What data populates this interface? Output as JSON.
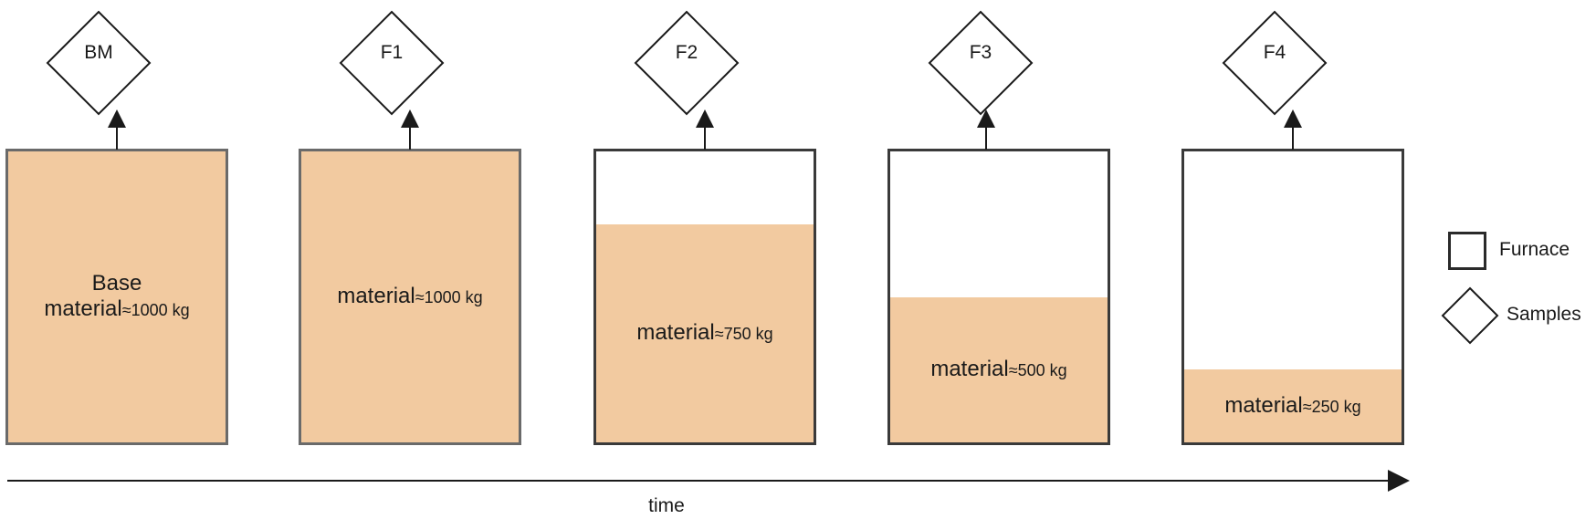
{
  "stages": [
    {
      "sample": "BM",
      "text_line1": "Base",
      "text_line2": "material",
      "approx": "≈1000 kg",
      "fill_fraction": 1.0
    },
    {
      "sample": "F1",
      "text_line1": "",
      "text_line2": "material",
      "approx": "≈1000 kg",
      "fill_fraction": 1.0
    },
    {
      "sample": "F2",
      "text_line1": "",
      "text_line2": "material",
      "approx": "≈750 kg",
      "fill_fraction": 0.75
    },
    {
      "sample": "F3",
      "text_line1": "",
      "text_line2": "material",
      "approx": "≈500 kg",
      "fill_fraction": 0.5
    },
    {
      "sample": "F4",
      "text_line1": "",
      "text_line2": "material",
      "approx": "≈250 kg",
      "fill_fraction": 0.25
    }
  ],
  "axis": {
    "label": "time"
  },
  "legend": {
    "furnace": "Furnace",
    "samples": "Samples"
  },
  "colors": {
    "material": "#f2caa0",
    "outline": "#2a2a2a"
  }
}
